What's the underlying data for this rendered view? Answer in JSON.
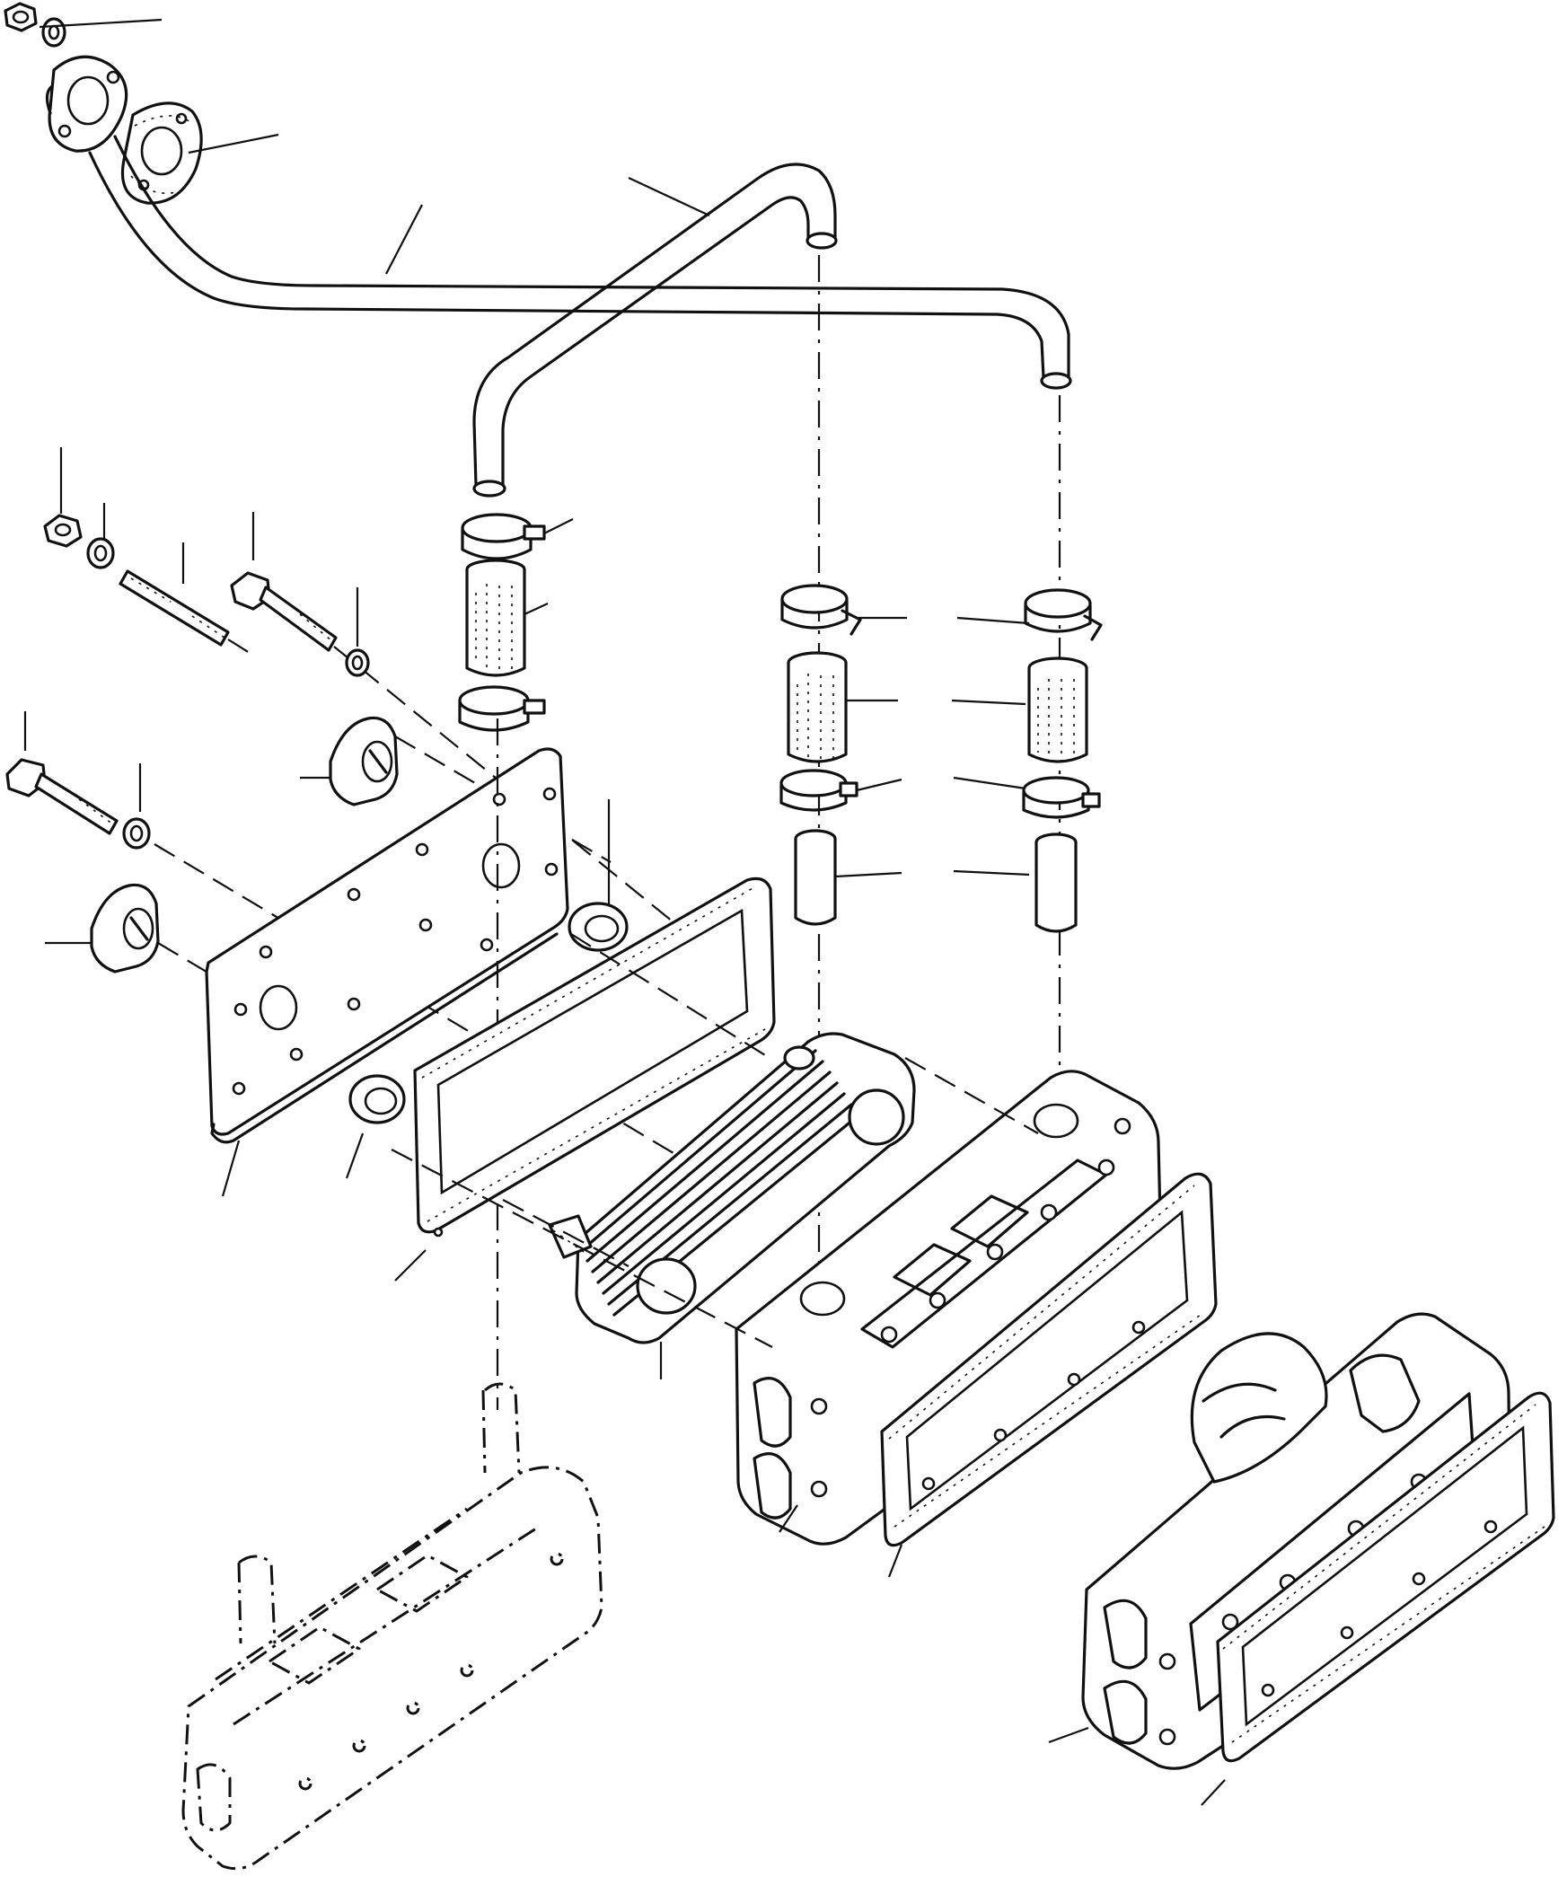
{
  "diagram": {
    "kind": "exploded parts view",
    "line_color": "#111111",
    "background": "#ffffff"
  },
  "parts": [
    {
      "id": "nut-top"
    },
    {
      "id": "flange"
    },
    {
      "id": "flange-gasket"
    },
    {
      "id": "outlet-pipe"
    },
    {
      "id": "inlet-pipe"
    },
    {
      "id": "hose-clamp",
      "count": 6
    },
    {
      "id": "hose",
      "count": 3
    },
    {
      "id": "nut"
    },
    {
      "id": "lock-washer",
      "count": 3
    },
    {
      "id": "stud"
    },
    {
      "id": "bolt",
      "count": 2
    },
    {
      "id": "bracket",
      "count": 2
    },
    {
      "id": "cover-plate"
    },
    {
      "id": "o-ring",
      "count": 2
    },
    {
      "id": "gasket-inner"
    },
    {
      "id": "oil-cooler-core"
    },
    {
      "id": "cooler-housing"
    },
    {
      "id": "gasket-outer"
    },
    {
      "id": "block-housing"
    },
    {
      "id": "gasket-block"
    },
    {
      "id": "engine-block-phantom"
    }
  ]
}
